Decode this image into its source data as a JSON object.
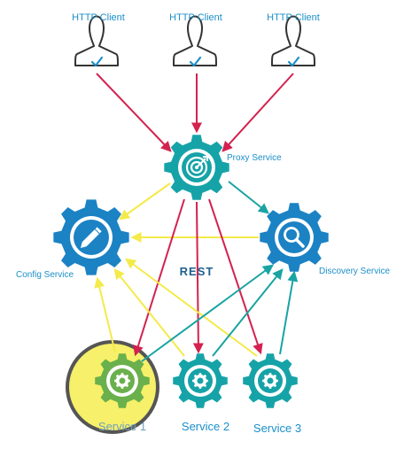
{
  "clients": [
    {
      "label": "HTTP Client"
    },
    {
      "label": "HTTP Client"
    },
    {
      "label": "HTTP Client"
    }
  ],
  "proxy": {
    "label": "Proxy Service"
  },
  "config": {
    "label": "Config Service"
  },
  "discovery": {
    "label": "Discovery Service"
  },
  "instances": [
    {
      "label": "Service 1",
      "highlighted": true
    },
    {
      "label": "Service 2",
      "highlighted": false
    },
    {
      "label": "Service 3",
      "highlighted": false
    }
  ],
  "edges": {
    "rest_label": "REST"
  },
  "colors": {
    "gear_teal": "#16a3a8",
    "gear_blue": "#1b82c4",
    "gear_green": "#6ab04c",
    "arrow_red": "#d3224f",
    "arrow_yellow": "#f4ea4a",
    "arrow_teal": "#19a3a3",
    "highlight_fill": "#f6f06a",
    "highlight_ring": "#555555",
    "person_stroke": "#333333",
    "check": "#1b8fc9"
  }
}
